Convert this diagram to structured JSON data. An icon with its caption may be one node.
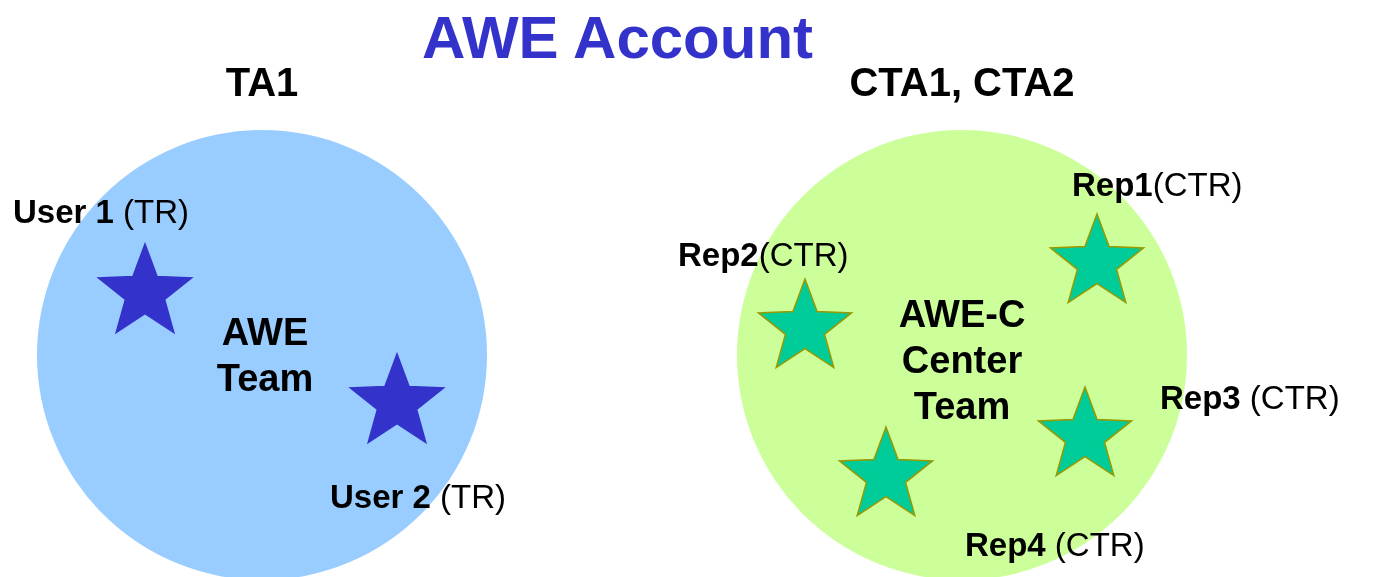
{
  "diagram": {
    "title": "AWE Account",
    "nodes": [
      {
        "text": [
          "TA1",
          "AWE Team"
        ]
      },
      {
        "text": [
          "CTA1, CTA2",
          "AWE-C Center Team"
        ]
      },
      {
        "text": [],
        "shape": "star",
        "in": 0,
        "beside": [
          "**User 1** (TR)"
        ]
      },
      {
        "text": [],
        "shape": "star",
        "in": 0,
        "beside": [
          "**User 2** (TR)"
        ]
      },
      {
        "text": [],
        "shape": "star",
        "in": 1,
        "beside": [
          "**Rep2**(CTR)"
        ]
      },
      {
        "text": [],
        "shape": "star",
        "in": 1,
        "beside": [
          "**Rep1**(CTR)"
        ]
      },
      {
        "text": [],
        "shape": "star",
        "in": 1,
        "beside": [
          "**Rep3** (CTR)"
        ]
      },
      {
        "text": [],
        "shape": "star",
        "in": 1,
        "beside": [
          "**Rep4** (CTR)"
        ]
      }
    ]
  }
}
